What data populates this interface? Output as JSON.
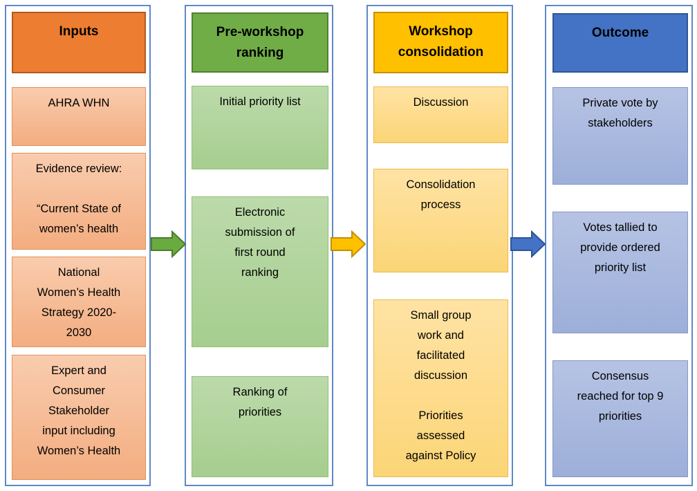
{
  "diagram": {
    "title_implicit": "Priority setting process flow",
    "columns": [
      {
        "id": "inputs",
        "header": "Inputs",
        "items": [
          "AHRA WHN",
          "Evidence review:\n\n“Current State of\nwomen’s health",
          "National\nWomen’s Health\nStrategy 2020-\n2030",
          "Expert and\nConsumer\nStakeholder\ninput including\nWomen’s Health"
        ]
      },
      {
        "id": "pre-workshop-ranking",
        "header": "Pre-workshop\nranking",
        "items": [
          "Initial priority list",
          "Electronic\nsubmission of\nfirst round\nranking",
          "Ranking of\npriorities"
        ]
      },
      {
        "id": "workshop-consolidation",
        "header": "Workshop\nconsolidation",
        "items": [
          "Discussion",
          "Consolidation\nprocess",
          "Small group\nwork and\nfacilitated\ndiscussion\n\nPriorities\nassessed\nagainst Policy"
        ]
      },
      {
        "id": "outcome",
        "header": "Outcome",
        "items": [
          "Private vote by\nstakeholders",
          "Votes tallied to\nprovide ordered\npriority list",
          "Consensus\nreached for top 9\npriorities"
        ]
      }
    ],
    "arrows": [
      {
        "name": "arrow-inputs-to-preworkshop",
        "fill": "#6AAB3F",
        "stroke": "#4E7A2E"
      },
      {
        "name": "arrow-preworkshop-to-workshop",
        "fill": "#FFC000",
        "stroke": "#BF9000"
      },
      {
        "name": "arrow-workshop-to-outcome",
        "fill": "#4472C4",
        "stroke": "#2F5597"
      }
    ],
    "palette": {
      "column_border": "#5E88C7",
      "inputs_header": "#ED7D31",
      "inputs_item": "#F6BD97",
      "ranking_header": "#70AD47",
      "ranking_item": "#B1D49C",
      "workshop_header": "#FFC000",
      "workshop_item": "#FDDC8E",
      "outcome_header": "#4472C4",
      "outcome_item": "#AABADF",
      "text": "#000000"
    }
  }
}
